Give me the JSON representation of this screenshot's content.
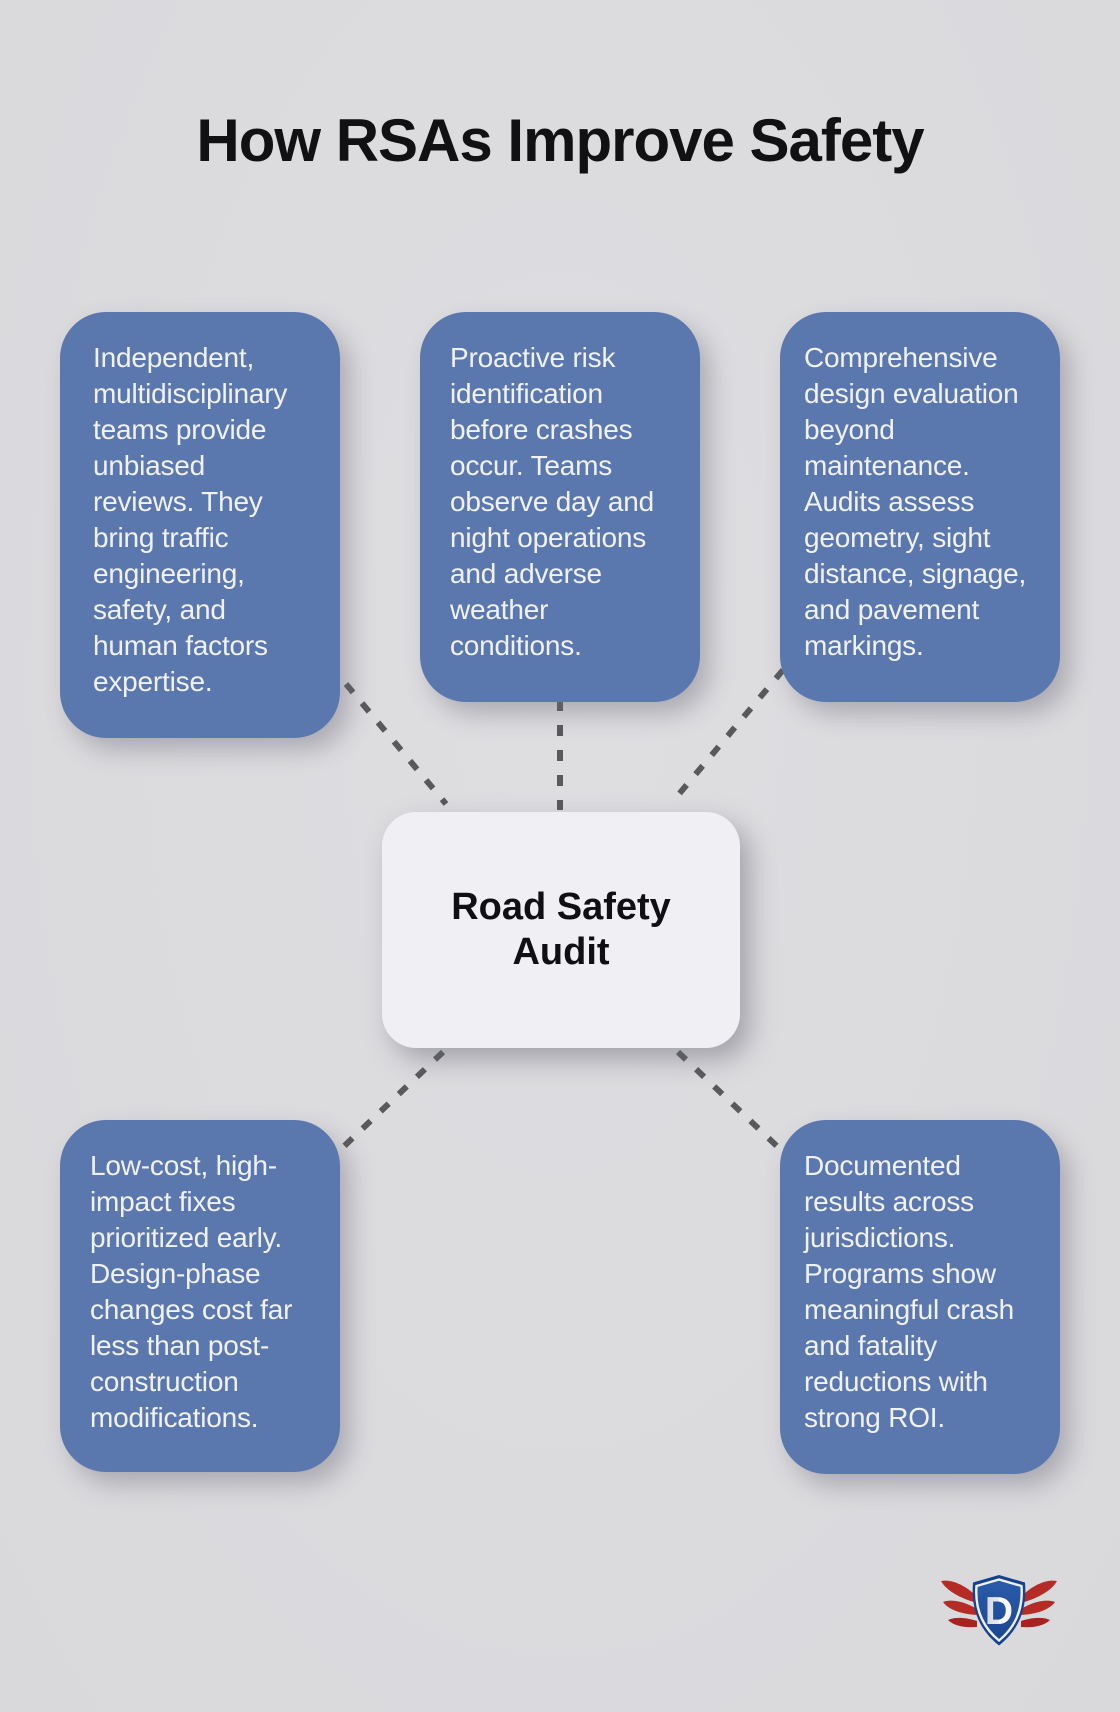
{
  "title": "How RSAs Improve Safety",
  "center": {
    "label": "Road Safety Audit"
  },
  "cards": [
    "Independent, multidisciplinary teams provide unbiased reviews. They bring traffic engineering, safety, and human factors expertise.",
    "Proactive risk identification before crashes occur. Teams observe day and night operations and adverse weather conditions.",
    "Comprehensive design evaluation beyond maintenance. Audits assess geometry, sight distance, signage, and pavement markings.",
    "Low-cost, high-impact fixes prioritized early. Design-phase changes cost far less than post-construction modifications.",
    "Documented results across jurisdictions. Programs show meaningful crash and fatality reductions with strong ROI."
  ],
  "logo": {
    "letter": "D"
  },
  "colors": {
    "background": "#DBDBDE",
    "card_blue": "#5B78AE",
    "card_text": "#F1F2F7",
    "center_bg": "#EFEFF4",
    "title_color": "#111113",
    "connector_gray": "#58595B",
    "logo_shield_blue": "#16418E",
    "logo_shield_inner": "#2253A2",
    "logo_wing_red": "#B52C27"
  }
}
